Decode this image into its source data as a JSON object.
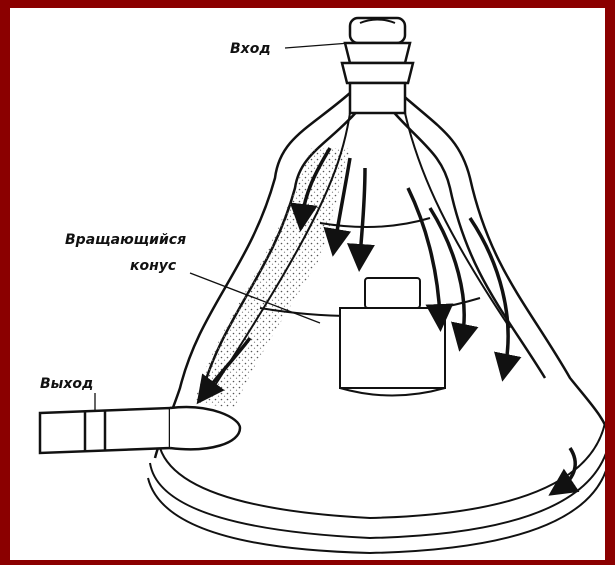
{
  "diagram": {
    "labels": {
      "inlet": "Вход",
      "rotating_cone_line1": "Вращающийся",
      "rotating_cone_line2": "конус",
      "outlet": "Выход"
    },
    "colors": {
      "frame": "#8b0000",
      "background": "#ffffff",
      "ink": "#111111"
    }
  }
}
